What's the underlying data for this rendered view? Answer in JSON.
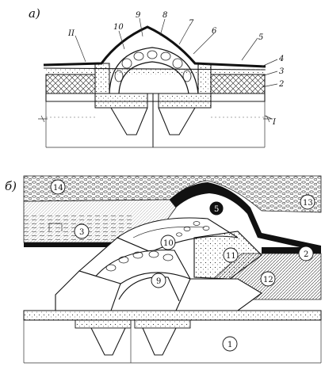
{
  "panels": {
    "a": {
      "label": "а)",
      "numbers": [
        "9",
        "8",
        "10",
        "7",
        "6",
        "5",
        "II",
        "4",
        "3",
        "2",
        "I"
      ]
    },
    "b": {
      "label": "б)",
      "circled_numbers": [
        "14",
        "5",
        "13",
        "3",
        "10",
        "11",
        "2",
        "12",
        "9",
        "1"
      ]
    }
  }
}
